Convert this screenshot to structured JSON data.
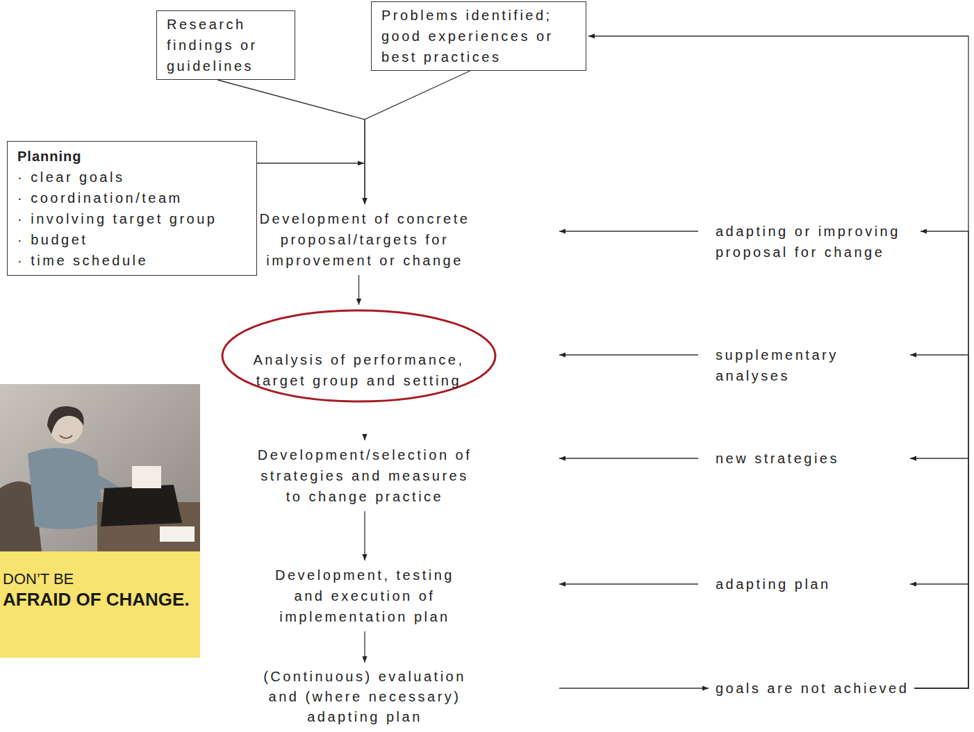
{
  "diagram": {
    "nodes": [
      {
        "text": [
          "Research findings or guidelines"
        ]
      },
      {
        "text": [
          "Problems identified; good experiences or best practices"
        ]
      },
      {
        "text": [
          "Planning",
          "· clear goals",
          "· coordination/team",
          "· involving target group",
          "· budget",
          "· time schedule"
        ]
      },
      {
        "text": [
          "Development of concrete proposal/targets for improvement or change"
        ]
      },
      {
        "text": [
          "Analysis of performance, target group and setting"
        ]
      },
      {
        "text": [
          "Development/selection of strategies and measures to change practice"
        ]
      },
      {
        "text": [
          "Development, testing and execution of implementation plan"
        ]
      },
      {
        "text": [
          "(Continuous) evaluation and (where necessary) adapting plan"
        ]
      },
      {
        "text": [
          "adapting or improving proposal for change"
        ]
      },
      {
        "text": [
          "supplementary analyses"
        ]
      },
      {
        "text": [
          "new strategies"
        ]
      },
      {
        "text": [
          "adapting plan"
        ]
      },
      {
        "text": [
          "goals are not achieved"
        ]
      }
    ],
    "edges": [
      {
        "from": 0,
        "to": 3,
        "arrow": "to"
      },
      {
        "from": 1,
        "to": 3,
        "arrow": "to"
      },
      {
        "from": 2,
        "to": 3,
        "arrow": "to"
      },
      {
        "from": 3,
        "to": 4,
        "arrow": "to"
      },
      {
        "from": 4,
        "to": 5,
        "arrow": "to"
      },
      {
        "from": 5,
        "to": 6,
        "arrow": "to"
      },
      {
        "from": 6,
        "to": 7,
        "arrow": "to"
      },
      {
        "from": 8,
        "to": 3,
        "arrow": "to"
      },
      {
        "from": 9,
        "to": 4,
        "arrow": "to"
      },
      {
        "from": 10,
        "to": 5,
        "arrow": "to"
      },
      {
        "from": 11,
        "to": 6,
        "arrow": "to"
      },
      {
        "from": 7,
        "to": 12,
        "arrow": "to"
      },
      {
        "from": 12,
        "to": 8,
        "arrow": "to"
      },
      {
        "from": 12,
        "to": 9,
        "arrow": "to"
      },
      {
        "from": 12,
        "to": 10,
        "arrow": "to"
      },
      {
        "from": 12,
        "to": 11,
        "arrow": "to"
      },
      {
        "from": 12,
        "to": 1,
        "arrow": "to"
      }
    ],
    "labels": [
      "DON’T BE",
      "AFRAID OF CHANGE."
    ]
  }
}
